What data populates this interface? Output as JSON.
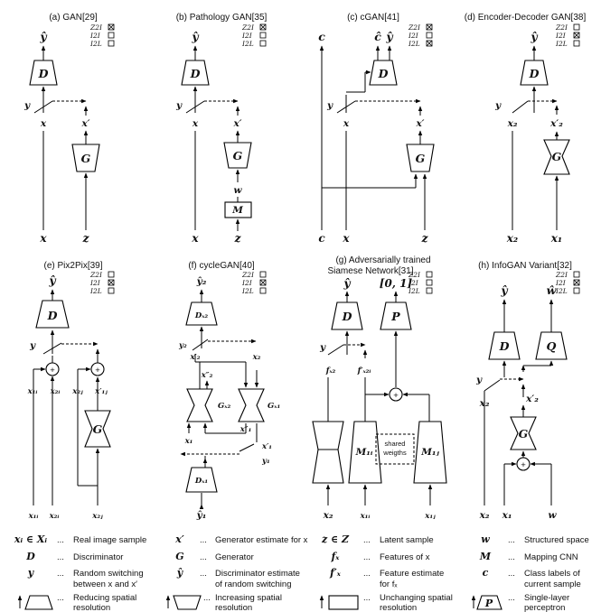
{
  "panels": {
    "a": {
      "title": "(a) GAN[29]",
      "yhat": "ŷ",
      "D": "D",
      "y": "y",
      "x": "x",
      "xp": "x′",
      "G": "G",
      "z": "z"
    },
    "b": {
      "title": "(b) Pathology GAN[35]",
      "yhat": "ŷ",
      "D": "D",
      "y": "y",
      "x": "x",
      "xp": "x′",
      "G": "G",
      "w": "w",
      "M": "M",
      "z": "z"
    },
    "c": {
      "title": "(c) cGAN[41]",
      "chat": "ĉ",
      "yhat": "ŷ",
      "c": "c",
      "D": "D",
      "y": "y",
      "x": "x",
      "xp": "x′",
      "G": "G",
      "z": "z"
    },
    "d": {
      "title": "(d) Encoder-Decoder GAN[38]",
      "yhat": "ŷ",
      "D": "D",
      "y": "y",
      "x2": "x₂",
      "x2p": "x′₂",
      "G": "G",
      "x1": "x₁"
    },
    "e": {
      "title": "(e) Pix2Pix[39]",
      "yhat": "ŷ",
      "D": "D",
      "y": "y",
      "x1i": "x₁ᵢ",
      "x2i": "x₂ᵢ",
      "x2j": "x₂ⱼ",
      "x1j": "x′₁ⱼ",
      "G": "G"
    },
    "f": {
      "title": "(f) cycleGAN[40]",
      "yhat2": "ŷ₂",
      "Dx2": "Dₓ₂",
      "y2": "y₂",
      "x2p": "x′₂",
      "x2": "x₂",
      "x2pp": "x″₂",
      "Gx2": "Gₓ₂",
      "Gx1": "Gₓ₁",
      "x1": "x₁",
      "x1pp": "x″₁",
      "x1p": "x′₁",
      "y1": "y₁",
      "Dx1": "Dₓ₁",
      "yhat1": "ŷ₁"
    },
    "g": {
      "title_line1": "(g) Adversarially trained",
      "title_line2": "Siamese Network[31]",
      "yhat": "ŷ",
      "range": "[0, 1]",
      "D": "D",
      "P": "P",
      "y": "y",
      "fx2": "fₓ₂",
      "fx2i": "f′ₓ₂ᵢ",
      "M1i": "M₁ᵢ",
      "M1j": "M₁ⱼ",
      "shared1": "shared",
      "shared2": "weigths",
      "x2": "x₂",
      "x1i": "x₁ᵢ",
      "x1j": "x₁ⱼ"
    },
    "h": {
      "title": "(h) InfoGAN Variant[32]",
      "yhat": "ŷ",
      "what": "ŵ",
      "D": "D",
      "Q": "Q",
      "y": "y",
      "x2": "x₂",
      "x2p": "x′₂",
      "G": "G",
      "x1": "x₁",
      "w": "w"
    }
  },
  "flags": {
    "labels": [
      "Z2I",
      "I2I",
      "I2L"
    ],
    "a": [
      true,
      false,
      false
    ],
    "b": [
      true,
      false,
      false
    ],
    "c": [
      true,
      false,
      true
    ],
    "d": [
      false,
      true,
      false
    ],
    "e": [
      false,
      true,
      false
    ],
    "f": [
      false,
      true,
      false
    ],
    "g": [
      false,
      false,
      false
    ],
    "h": [
      false,
      true,
      false
    ]
  },
  "legend": {
    "col1": [
      {
        "sym": "xᵢ ∈ Xᵢ",
        "text": "Real image sample"
      },
      {
        "sym": "D",
        "text": "Discriminator"
      },
      {
        "sym": "y",
        "text": "Random switching",
        "text2": "between x and x′"
      },
      {
        "sym": "",
        "text": "Reducing spatial",
        "text2": "resolution"
      }
    ],
    "col2": [
      {
        "sym": "x′",
        "text": "Generator estimate for x"
      },
      {
        "sym": "G",
        "text": "Generator"
      },
      {
        "sym": "ŷ",
        "text": "Discriminator estimate",
        "text2": "of random switching"
      },
      {
        "sym": "",
        "text": "Increasing spatial",
        "text2": "resolution"
      }
    ],
    "col3": [
      {
        "sym": "z ∈ Z",
        "text": "Latent sample"
      },
      {
        "sym": "fₓ",
        "text": "Features of x"
      },
      {
        "sym": "f′ₓ",
        "text": "Feature estimate",
        "text2": "for fₓ"
      },
      {
        "sym": "",
        "text": "Unchanging spatial",
        "text2": "resolution"
      }
    ],
    "col4": [
      {
        "sym": "w",
        "text": "Structured space"
      },
      {
        "sym": "M",
        "text": "Mapping CNN"
      },
      {
        "sym": "c",
        "text": "Class labels of",
        "text2": "current sample"
      },
      {
        "sym": "P",
        "text": "Single-layer",
        "text2": "perceptron"
      }
    ],
    "dots": "..."
  }
}
